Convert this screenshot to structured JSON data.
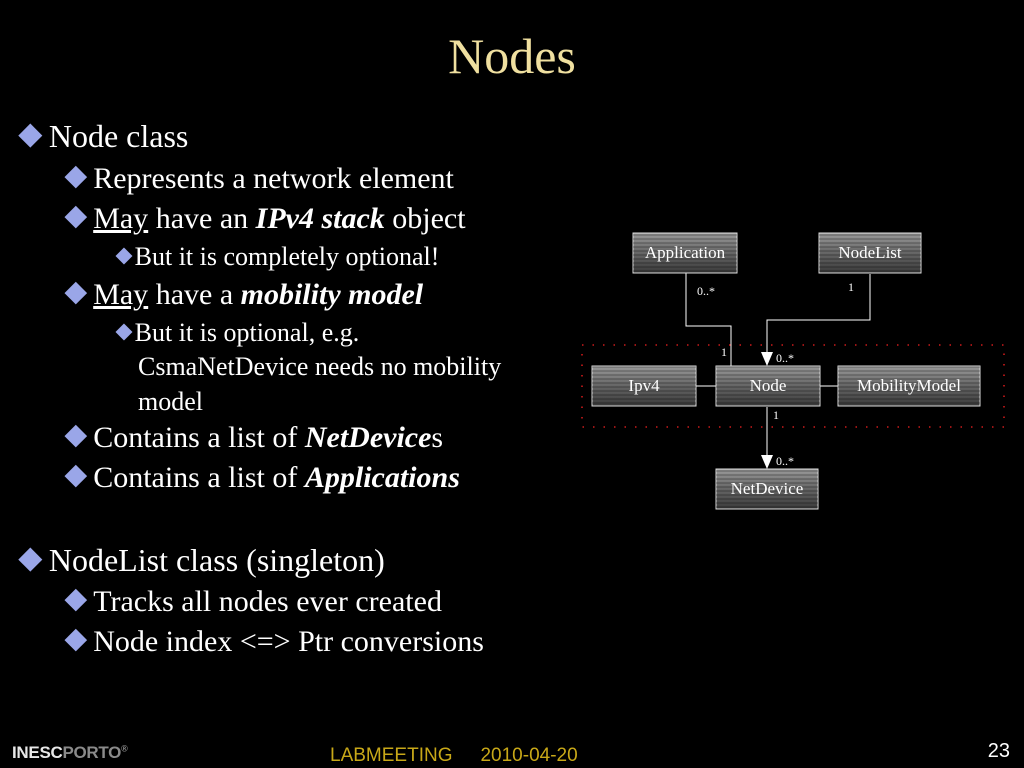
{
  "slide": {
    "title": "Nodes",
    "page_number": "23"
  },
  "bullets": {
    "node_class": "Node class",
    "represents": "Represents a network element",
    "may1_u": "May",
    "may1_a": " have an ",
    "may1_b": "IPv4 stack",
    "may1_c": " object",
    "optional1": "But it is completely optional!",
    "may2_u": "May",
    "may2_a": " have a ",
    "may2_b": "mobility model",
    "optional2_line1": "But it is optional, e.g.",
    "optional2_line2": "CsmaNetDevice needs no mobility",
    "optional2_line3": "model",
    "netdevices_a": "Contains a list of ",
    "netdevices_b": "NetDevice",
    "netdevices_c": "s",
    "apps_a": "Contains a list of ",
    "apps_b": "Applications",
    "nodelist_class": "NodeList class (singleton)",
    "tracks": "Tracks all nodes ever created",
    "index": "Node index <=> Ptr conversions"
  },
  "diagram": {
    "boxes": {
      "application": "Application",
      "nodelist": "NodeList",
      "ipv4": "Ipv4",
      "node": "Node",
      "mobility": "MobilityModel",
      "netdevice": "NetDevice"
    },
    "multiplicities": {
      "app_many": "0..*",
      "nodelist_one": "1",
      "node_app_one": "1",
      "node_many": "0..*",
      "node_netdev_one": "1",
      "netdev_many": "0..*"
    }
  },
  "footer": {
    "logo_inesc": "INESC",
    "logo_porto": "PORTO",
    "logo_reg": "®",
    "event": "LABMEETING",
    "date": "2010-04-20"
  }
}
